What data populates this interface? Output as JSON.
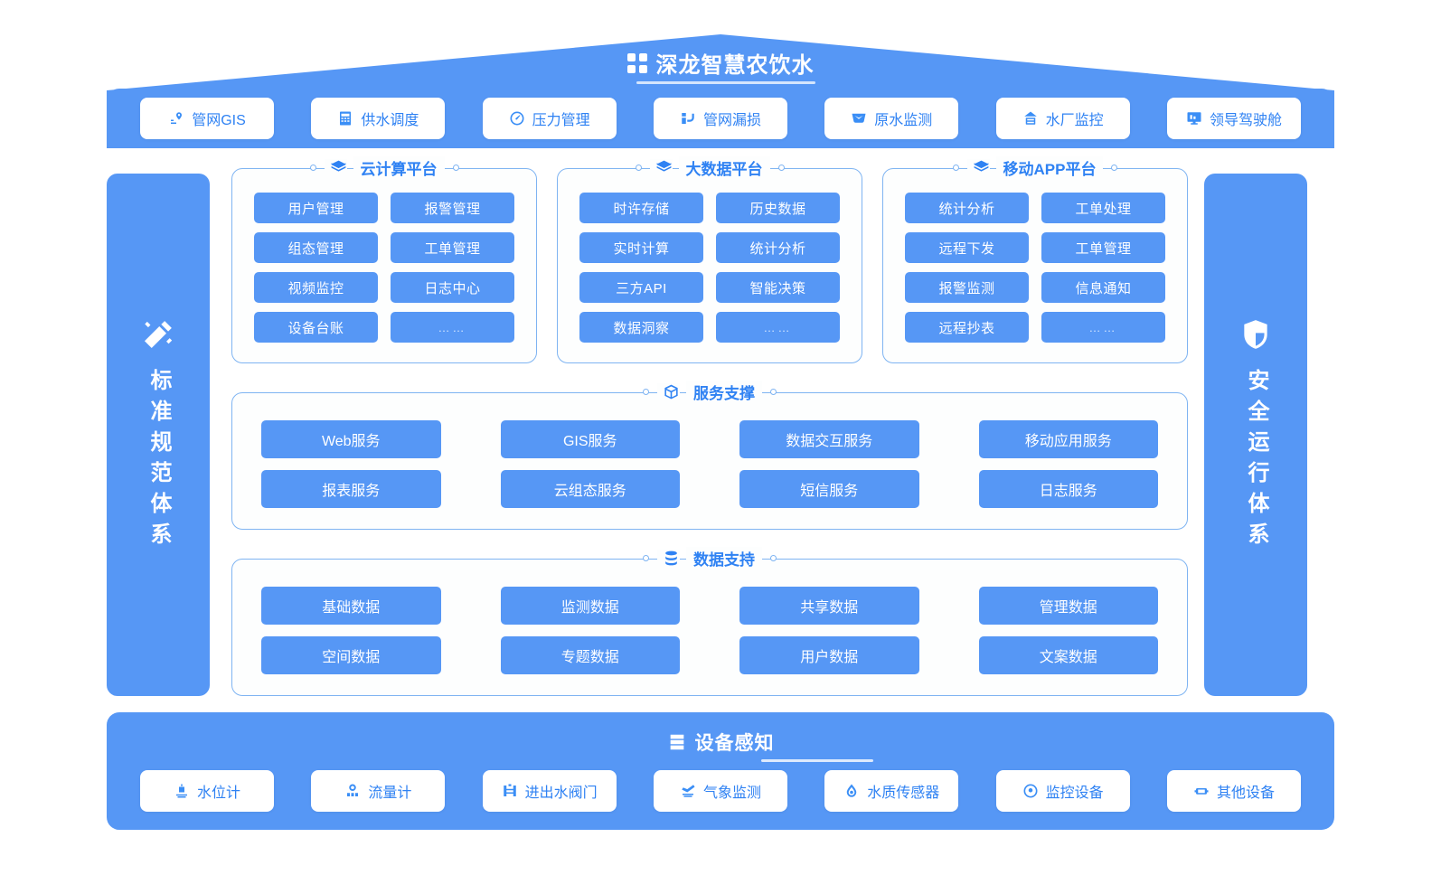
{
  "header": {
    "title": "深龙智慧农饮水",
    "logo_icon": "four-dot-grid-icon",
    "nav": [
      {
        "label": "管网GIS",
        "icon": "map-pin-network-icon"
      },
      {
        "label": "供水调度",
        "icon": "calculator-dispatch-icon"
      },
      {
        "label": "压力管理",
        "icon": "gauge-icon"
      },
      {
        "label": "管网漏损",
        "icon": "pipe-leak-icon"
      },
      {
        "label": "原水监测",
        "icon": "water-wave-icon"
      },
      {
        "label": "水厂监控",
        "icon": "factory-home-icon"
      },
      {
        "label": "领导驾驶舱",
        "icon": "monitor-dashboard-icon"
      }
    ]
  },
  "left_pillar": {
    "label": "标准规范体系",
    "icon": "ruler-pencil-icon"
  },
  "right_pillar": {
    "label": "安全运行体系",
    "icon": "shield-icon"
  },
  "platforms": [
    {
      "title": "云计算平台",
      "icon": "layers-icon",
      "cells": [
        "用户管理",
        "报警管理",
        "组态管理",
        "工单管理",
        "视频监控",
        "日志中心",
        "设备台账",
        "……"
      ]
    },
    {
      "title": "大数据平台",
      "icon": "layers-icon",
      "cells": [
        "时许存储",
        "历史数据",
        "实时计算",
        "统计分析",
        "三方API",
        "智能决策",
        "数据洞察",
        "……"
      ]
    },
    {
      "title": "移动APP平台",
      "icon": "layers-icon",
      "cells": [
        "统计分析",
        "工单处理",
        "远程下发",
        "工单管理",
        "报警监测",
        "信息通知",
        "远程抄表",
        "……"
      ]
    }
  ],
  "service_block": {
    "title": "服务支撑",
    "icon": "cube-icon",
    "row1": [
      "Web服务",
      "GIS服务",
      "数据交互服务",
      "移动应用服务"
    ],
    "row2": [
      "报表服务",
      "云组态服务",
      "短信服务",
      "日志服务"
    ]
  },
  "data_block": {
    "title": "数据支持",
    "icon": "database-icon",
    "row1": [
      "基础数据",
      "监测数据",
      "共享数据",
      "管理数据"
    ],
    "row2": [
      "空间数据",
      "专题数据",
      "用户数据",
      "文案数据"
    ]
  },
  "footer": {
    "title": "设备感知",
    "icon": "server-stack-icon",
    "nav": [
      {
        "label": "水位计",
        "icon": "water-level-meter-icon"
      },
      {
        "label": "流量计",
        "icon": "flow-meter-icon"
      },
      {
        "label": "进出水阀门",
        "icon": "valve-icon"
      },
      {
        "label": "气象监测",
        "icon": "weather-icon"
      },
      {
        "label": "水质传感器",
        "icon": "water-drop-sensor-icon"
      },
      {
        "label": "监控设备",
        "icon": "camera-icon"
      },
      {
        "label": "其他设备",
        "icon": "device-plug-icon"
      }
    ]
  },
  "colors": {
    "brand_blue": "#5697f5",
    "accent_text": "#2f82f3",
    "panel_border": "#7fb4f2",
    "white": "#ffffff"
  }
}
